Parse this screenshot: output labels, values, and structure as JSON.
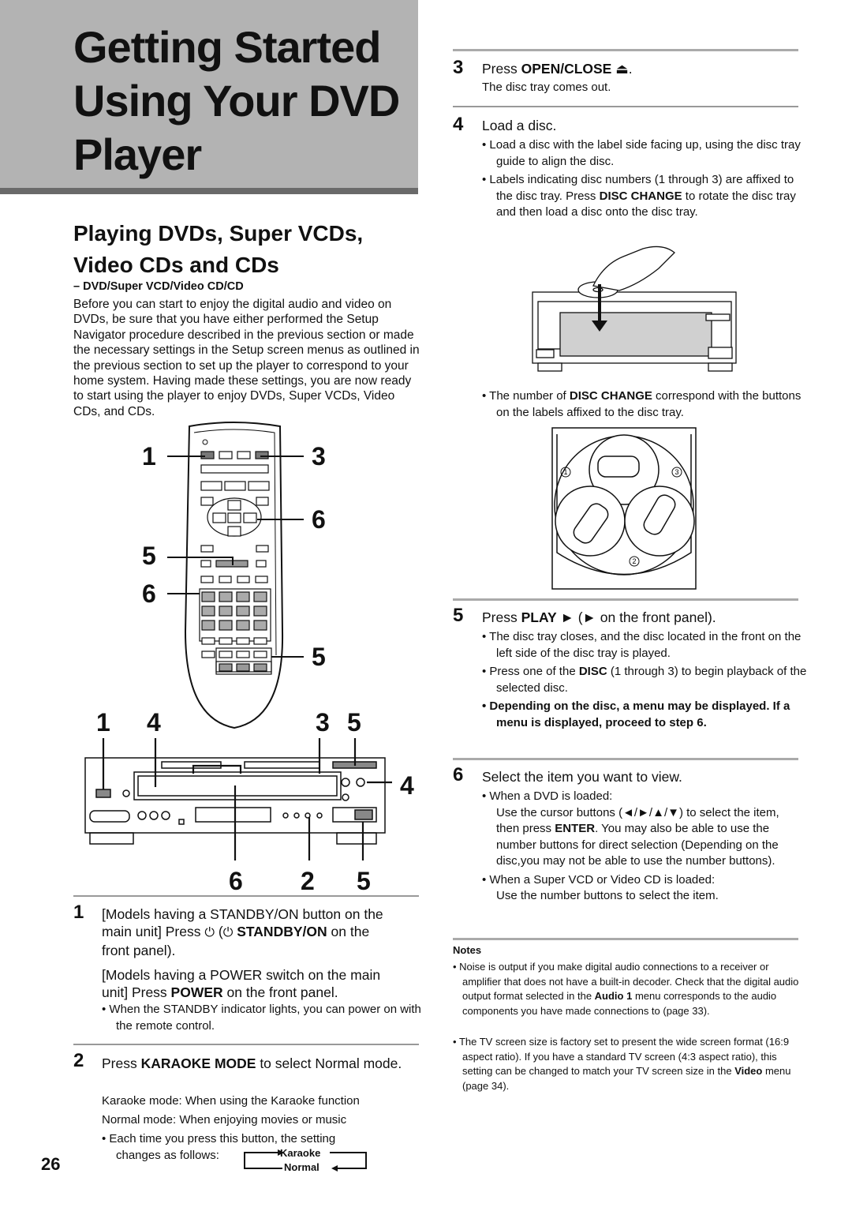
{
  "header": {
    "title_lines": [
      "Getting Started",
      "Using Your DVD",
      "Player"
    ]
  },
  "section": {
    "title_lines": [
      "Playing DVDs, Super VCDs,",
      "Video CDs and CDs"
    ],
    "subhead": "– DVD/Super VCD/Video CD/CD",
    "intro": "Before you can start to enjoy the digital audio and video on DVDs, be sure that you have either performed the Setup Navigator procedure described in the previous section or made the necessary settings in the Setup screen menus as outlined in the previous section to set up the player to correspond to your home system. Having made these settings, you are now ready to start using the player to enjoy DVDs, Super VCDs, Video CDs, and CDs."
  },
  "remote_callouts": {
    "left": [
      "1",
      "5",
      "6"
    ],
    "right": [
      "3",
      "6",
      "5"
    ]
  },
  "player_callouts": {
    "top": [
      "1",
      "4",
      "3",
      "5"
    ],
    "side": "4",
    "bottom": [
      "6",
      "2",
      "5"
    ]
  },
  "step1": {
    "num": "1",
    "line_a1": "[Models having a STANDBY/ON button on the",
    "line_a2_pre": "main unit] Press",
    "line_a2_bold": "STANDBY/ON",
    "line_a2_post": "on the",
    "line_a3": "front panel).",
    "line_b1": "[Models having a POWER switch on the main",
    "line_b2_pre": "unit] Press ",
    "line_b2_bold": "POWER",
    "line_b2_post": " on the front panel.",
    "bullet": "When the STANDBY indicator lights, you can power on with the remote control."
  },
  "step2": {
    "num": "2",
    "head_pre": "Press ",
    "head_bold": "KARAOKE MODE",
    "head_post": " to select Normal mode.",
    "karaoke_mode": "Karaoke mode:  When using the Karaoke function",
    "normal_mode": "Normal mode:  When enjoying movies or music",
    "bullet_1": "Each time you press this button, the setting",
    "bullet_2": "changes as follows:",
    "cycle_a": "Karaoke",
    "cycle_b": "Normal"
  },
  "step3": {
    "num": "3",
    "head_pre": "Press ",
    "head_bold": "OPEN/CLOSE",
    "head_post": " ⏏.",
    "sub": "The disc tray comes out."
  },
  "step4": {
    "num": "4",
    "head": "Load a disc.",
    "bullet_1": "Load a disc with the label side facing up, using the disc tray guide to align the disc.",
    "bullet_2_pre": "Labels indicating disc numbers (1 through 3) are affixed to the disc tray. Press ",
    "bullet_2_bold": "DISC CHANGE",
    "bullet_2_post": " to rotate the disc tray and then load a disc onto the disc tray.",
    "bullet_3_pre": "The number of ",
    "bullet_3_bold": "DISC CHANGE",
    "bullet_3_post": " correspond with the buttons on the labels affixed to the disc tray."
  },
  "step5": {
    "num": "5",
    "head_pre": "Press ",
    "head_bold": "PLAY",
    "head_post": " ► (► on the front panel).",
    "bullet_1": "The disc tray closes, and the disc located in the front on the left side of the disc tray is played.",
    "bullet_2_pre": "Press one of the ",
    "bullet_2_bold": "DISC",
    "bullet_2_post": " (1 through 3) to begin playback of the selected disc.",
    "bullet_3": "Depending on the disc, a menu may be displayed. If a menu is displayed, proceed to step 6."
  },
  "step6": {
    "num": "6",
    "head": "Select the item you want to view.",
    "bullet_1": "When a DVD is loaded:",
    "bullet_1_text_pre": "Use the cursor buttons (◄/►/▲/▼) to select the item, then press ",
    "bullet_1_text_bold": "ENTER",
    "bullet_1_text_post": ". You may also be able to use the number buttons for direct selection (Depending on the disc,you may not be able to use the number buttons).",
    "bullet_2": "When a Super VCD or Video CD is loaded:",
    "bullet_2_text": "Use the number buttons to select the item."
  },
  "notes": {
    "title": "Notes",
    "note_1_pre": "Noise is output if you make digital audio connections to a receiver or amplifier that does not have a built-in decoder. Check that the digital audio output format selected in the ",
    "note_1_bold": "Audio 1",
    "note_1_post": " menu corresponds to the audio components you have made connections to (page 33).",
    "note_2_pre": "The TV screen size is factory set to present the wide screen format (16:9 aspect ratio). If you have a standard TV screen (4:3 aspect ratio), this setting can be changed to match your TV screen size in the ",
    "note_2_bold": "Video",
    "note_2_post": " menu (page 34)."
  },
  "tray_labels": [
    "1",
    "2",
    "3"
  ],
  "page_number": "26"
}
